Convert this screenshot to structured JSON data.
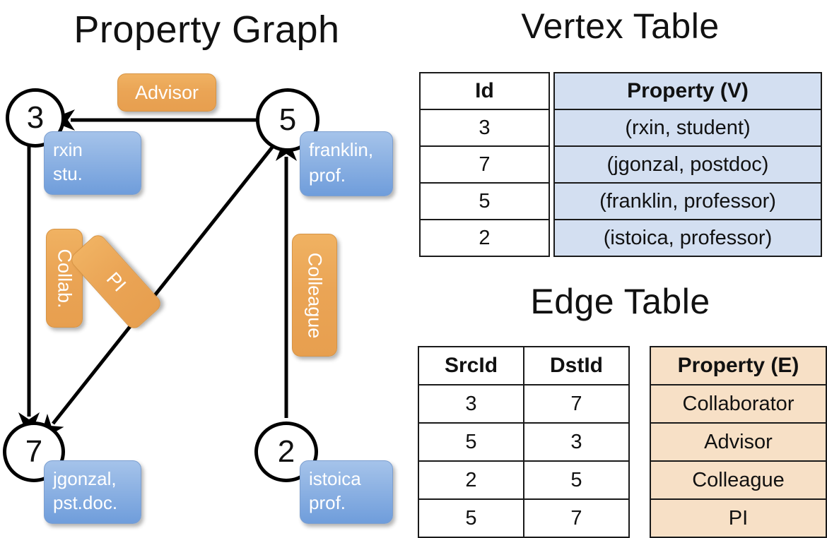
{
  "panels": {
    "graph_title": "Property Graph",
    "vertex_title": "Vertex Table",
    "edge_title": "Edge Table"
  },
  "colors": {
    "vertex_property_fill": "#d3dff1",
    "edge_property_fill": "#f7e0c6",
    "vertex_box_fill": "#8db2e3",
    "edge_badge_fill": "#eaa455",
    "stroke": "#000000"
  },
  "graph": {
    "nodes": [
      {
        "id": "3",
        "property_line1": "rxin",
        "property_line2": "stu."
      },
      {
        "id": "5",
        "property_line1": "franklin,",
        "property_line2": "prof."
      },
      {
        "id": "7",
        "property_line1": "jgonzal,",
        "property_line2": "pst.doc."
      },
      {
        "id": "2",
        "property_line1": "istoica",
        "property_line2": "prof."
      }
    ],
    "edge_labels": [
      {
        "name": "advisor",
        "label": "Advisor"
      },
      {
        "name": "collab",
        "label": "Collab."
      },
      {
        "name": "pi",
        "label": "PI"
      },
      {
        "name": "colleague",
        "label": "Colleague"
      }
    ],
    "edges": [
      {
        "src": "5",
        "dst": "3",
        "label": "Advisor"
      },
      {
        "src": "3",
        "dst": "7",
        "label": "Collab."
      },
      {
        "src": "5",
        "dst": "7",
        "label": "PI"
      },
      {
        "src": "2",
        "dst": "5",
        "label": "Colleague"
      }
    ]
  },
  "vertex_table": {
    "headers": [
      "Id",
      "Property (V)"
    ],
    "rows": [
      {
        "id": "3",
        "property": "(rxin, student)"
      },
      {
        "id": "7",
        "property": "(jgonzal, postdoc)"
      },
      {
        "id": "5",
        "property": "(franklin, professor)"
      },
      {
        "id": "2",
        "property": "(istoica, professor)"
      }
    ]
  },
  "edge_table": {
    "headers": [
      "SrcId",
      "DstId",
      "Property (E)"
    ],
    "rows": [
      {
        "src": "3",
        "dst": "7",
        "property": "Collaborator"
      },
      {
        "src": "5",
        "dst": "3",
        "property": "Advisor"
      },
      {
        "src": "2",
        "dst": "5",
        "property": "Colleague"
      },
      {
        "src": "5",
        "dst": "7",
        "property": "PI"
      }
    ]
  }
}
